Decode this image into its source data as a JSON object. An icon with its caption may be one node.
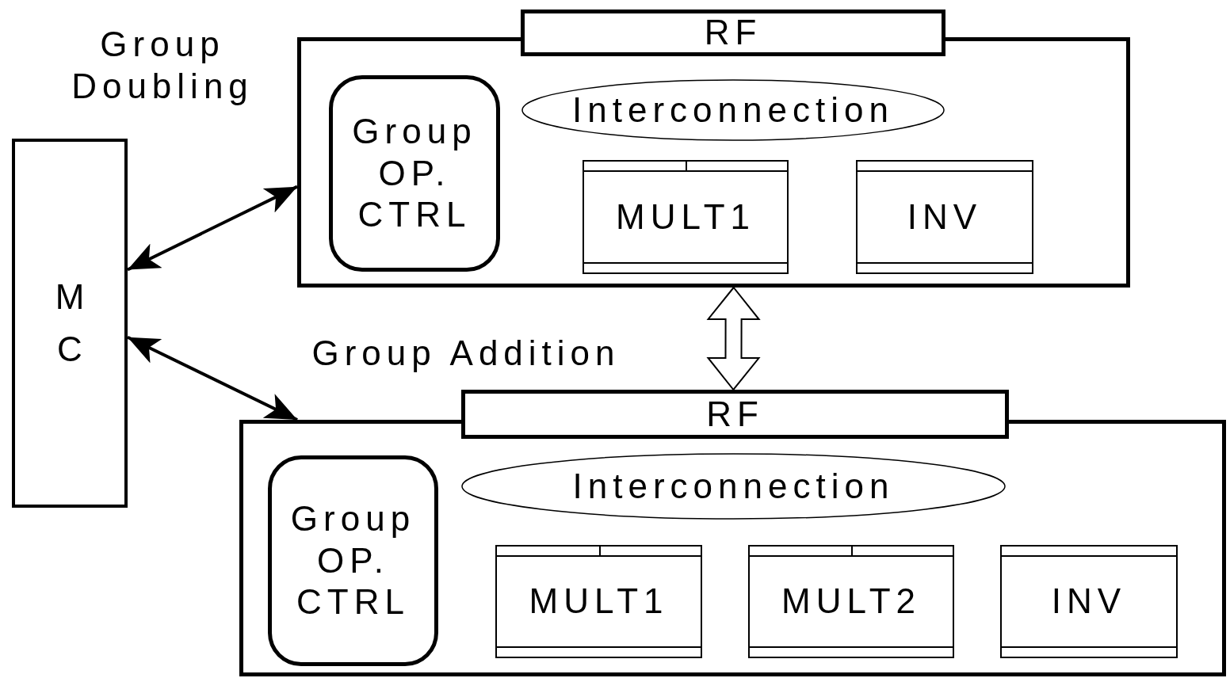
{
  "diagram": {
    "nodes": [
      {
        "text": [
          "MC"
        ]
      },
      {
        "text": [],
        "shape": "box"
      },
      {
        "text": [
          "RF"
        ]
      },
      {
        "text": [
          "Group OP. CTRL"
        ],
        "in": 1
      },
      {
        "text": [
          "Interconnection"
        ],
        "in": 1
      },
      {
        "text": [
          "MULT1"
        ],
        "in": 1
      },
      {
        "text": [
          "INV"
        ],
        "in": 1
      },
      {
        "text": [],
        "shape": "box"
      },
      {
        "text": [
          "RF"
        ]
      },
      {
        "text": [
          "Group OP. CTRL"
        ],
        "in": 7
      },
      {
        "text": [
          "Interconnection"
        ],
        "in": 7
      },
      {
        "text": [
          "MULT1"
        ],
        "in": 7
      },
      {
        "text": [
          "MULT2"
        ],
        "in": 7
      },
      {
        "text": [
          "INV"
        ],
        "in": 7
      }
    ],
    "edges": [
      {
        "from": 0,
        "to": 1,
        "arrow": "both"
      },
      {
        "from": 0,
        "to": 7,
        "arrow": "both"
      },
      {
        "from": 1,
        "to": 8,
        "arrow": "both",
        "style": "thick"
      }
    ],
    "labels": [
      "Group Doubling",
      "Group Addition"
    ]
  }
}
